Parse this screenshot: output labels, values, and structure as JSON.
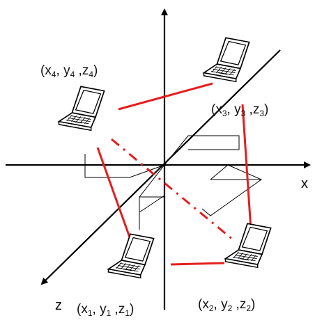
{
  "axes": {
    "x_label": "x",
    "z_label": "z",
    "y_label": ""
  },
  "nodes": [
    {
      "id": "node-1",
      "label_parts": [
        "(x",
        "1",
        ", y",
        "1",
        " ,z",
        "1",
        ")"
      ]
    },
    {
      "id": "node-2",
      "label_parts": [
        "(x",
        "2",
        ", y",
        "2",
        " ,z",
        "2",
        ")"
      ]
    },
    {
      "id": "node-3",
      "label_parts": [
        "(x",
        "3",
        ", y",
        "3",
        " ,z",
        "3",
        ")"
      ]
    },
    {
      "id": "node-4",
      "label_parts": [
        "(x",
        "4",
        ", y",
        "4",
        " ,z",
        "4",
        ")"
      ]
    }
  ],
  "colors": {
    "link": "#e41e1e",
    "axis": "#000000",
    "projection": "#000000"
  },
  "links": [
    {
      "from": "node-4",
      "to": "node-3",
      "style": "solid"
    },
    {
      "from": "node-3",
      "to": "node-2",
      "style": "solid"
    },
    {
      "from": "node-2",
      "to": "node-1",
      "style": "solid"
    },
    {
      "from": "node-1",
      "to": "node-4",
      "style": "solid"
    },
    {
      "from": "node-4",
      "to": "node-2",
      "style": "dash-dot"
    }
  ]
}
